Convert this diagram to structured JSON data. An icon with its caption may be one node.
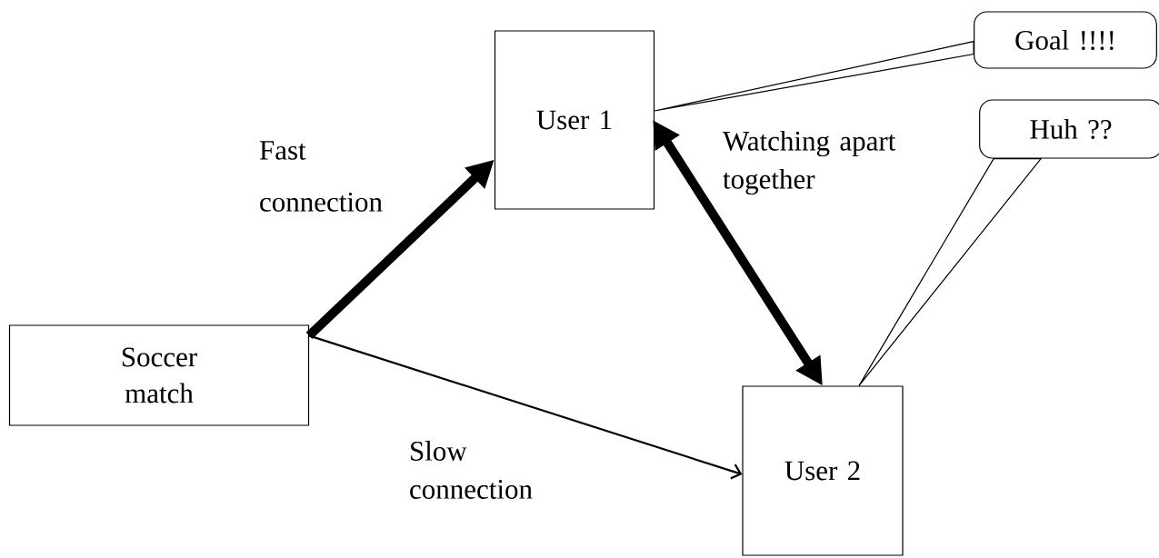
{
  "diagram": {
    "nodes": [
      {
        "text": [
          "Soccer match"
        ]
      },
      {
        "text": [
          "User 1"
        ]
      },
      {
        "text": [
          "Goal !!!!"
        ]
      },
      {
        "text": [
          "Huh ??"
        ]
      },
      {
        "text": [
          "User 2"
        ]
      }
    ],
    "edges": [
      {
        "from": 0,
        "to": 1,
        "arrow": "to",
        "style": "thick",
        "label": "Fast connection"
      },
      {
        "from": 0,
        "to": 4,
        "arrow": "to",
        "label": "Slow connection"
      },
      {
        "from": 1,
        "to": 4,
        "arrow": "both",
        "style": "thick",
        "label": "Watching apart together"
      },
      {
        "from": 2,
        "to": 1,
        "arrow": "none"
      },
      {
        "from": 3,
        "to": 4,
        "arrow": "none"
      }
    ]
  }
}
